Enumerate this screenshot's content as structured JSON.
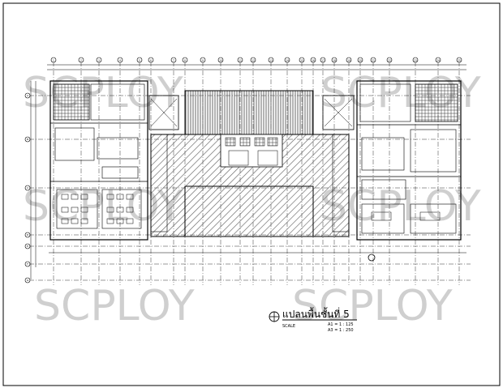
{
  "drawing": {
    "title": "แปลนพื้นชั้นที่ 5",
    "scale_label": "SCALE",
    "scale_a1": "A1 = 1 : 125",
    "scale_a3": "A3 = 1 : 250"
  },
  "watermark": {
    "text": "SCPLOY"
  },
  "grid": {
    "column_labels": [
      "1",
      "2",
      "3",
      "4",
      "5",
      "6",
      "7",
      "8",
      "9",
      "10",
      "11",
      "12",
      "13",
      "14",
      "15",
      "16",
      "17",
      "18",
      "19",
      "20",
      "21",
      "22",
      "23",
      "24",
      "25"
    ],
    "row_labels": [
      "A",
      "B",
      "C",
      "D",
      "E",
      "F",
      "G"
    ]
  },
  "colors": {
    "line": "#000000",
    "hatch": "#7a7a7a",
    "watermark": "#cfcfcf",
    "background": "#ffffff"
  }
}
